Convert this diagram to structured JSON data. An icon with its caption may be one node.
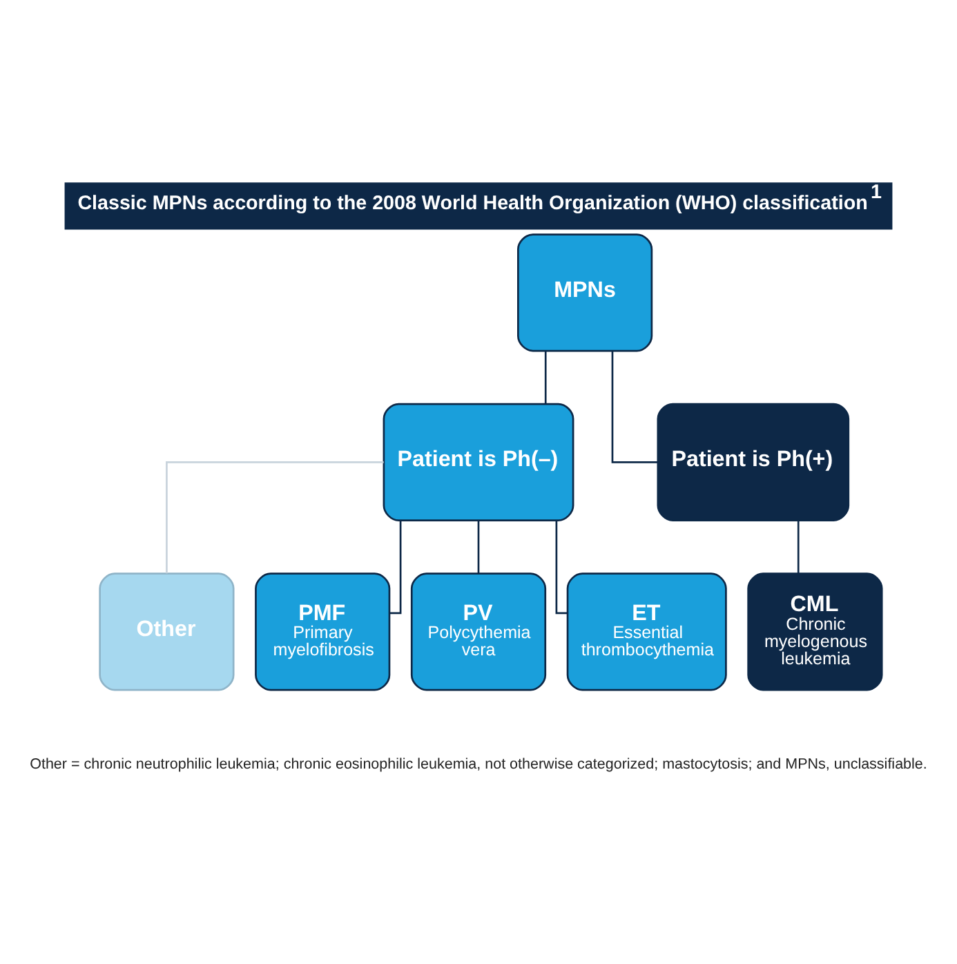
{
  "diagram": {
    "title": "Classic MPNs according to the 2008 World Health Organization (WHO) classification$^{1}$",
    "nodes": [
      {
        "text": [
          "MPNs"
        ]
      },
      {
        "text": [
          "Patient is Ph(–)"
        ]
      },
      {
        "text": [
          "Patient is Ph(+)"
        ]
      },
      {
        "text": [
          "Other"
        ]
      },
      {
        "text": [
          "PMF",
          "Primary myelofibrosis"
        ]
      },
      {
        "text": [
          "PV",
          "Polycythemia vera"
        ]
      },
      {
        "text": [
          "ET",
          "Essential thrombocythemia"
        ]
      },
      {
        "text": [
          "CML",
          "Chronic myelogenous leukemia"
        ]
      }
    ],
    "edges": [
      {
        "from": 0,
        "to": 1,
        "arrow": "none"
      },
      {
        "from": 0,
        "to": 2,
        "arrow": "none"
      },
      {
        "from": 1,
        "to": 3,
        "arrow": "none",
        "color": "#c8d3dc"
      },
      {
        "from": 1,
        "to": 4,
        "arrow": "none"
      },
      {
        "from": 1,
        "to": 5,
        "arrow": "none"
      },
      {
        "from": 1,
        "to": 6,
        "arrow": "none"
      },
      {
        "from": 2,
        "to": 7,
        "arrow": "none"
      }
    ],
    "labels": [
      "Other = chronic neutrophilic leukemia; chronic eosinophilic leukemia, not otherwise categorized; mastocytosis; and MPNs, unclassifiable."
    ]
  }
}
